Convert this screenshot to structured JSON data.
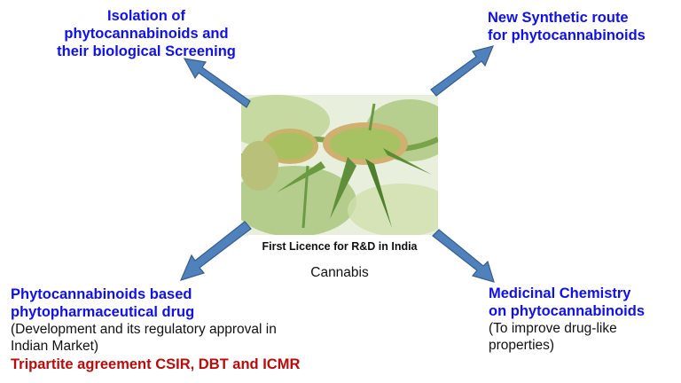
{
  "diagram": {
    "center": {
      "image_label": "cannabis-plant-photo",
      "caption": "First Licence for R&D in India",
      "plant_name": "Cannabis"
    },
    "top_left": {
      "lines": [
        "Isolation of",
        "phytocannabinoids and",
        "their biological Screening"
      ]
    },
    "top_right": {
      "lines": [
        "New Synthetic route",
        "for phytocannabinoids"
      ]
    },
    "bottom_left": {
      "title_lines": [
        "Phytocannabinoids based",
        "phytopharmaceutical drug"
      ],
      "detail_lines": [
        "(Development and its regulatory approval in",
        "Indian Market)"
      ],
      "highlight": "Tripartite agreement CSIR, DBT and ICMR"
    },
    "bottom_right": {
      "title_lines": [
        "Medicinal Chemistry",
        "on phytocannabinoids"
      ],
      "detail_lines": [
        "(To improve drug-like",
        "properties)"
      ]
    },
    "colors": {
      "title_blue": "#1010e8",
      "highlight_red": "#b80b0b",
      "arrow_fill": "#4f81bd",
      "arrow_stroke": "#385d8a"
    }
  }
}
